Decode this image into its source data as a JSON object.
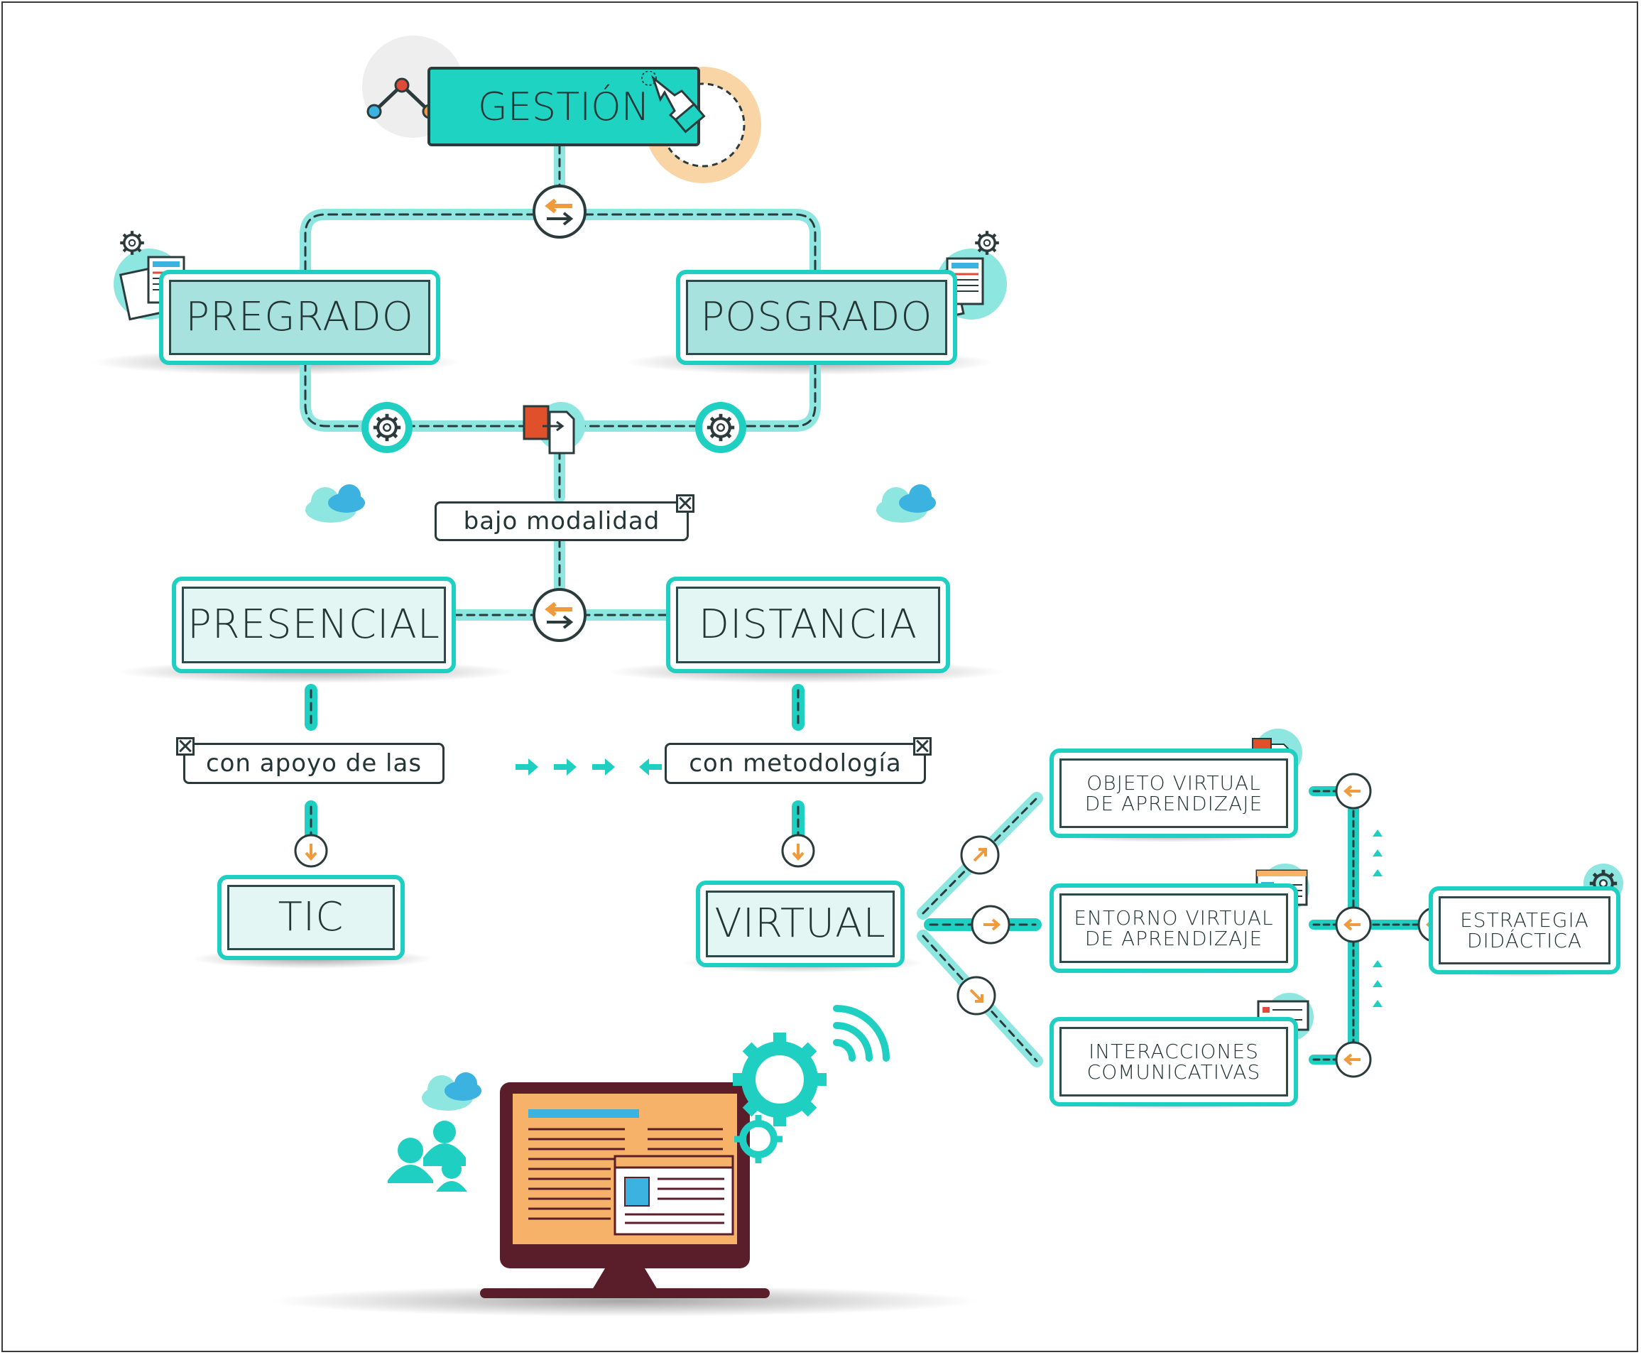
{
  "nodes": {
    "gestion": "GESTIÓN",
    "pregrado": "PREGRADO",
    "posgrado": "POSGRADO",
    "presencial": "PRESENCIAL",
    "distancia": "DISTANCIA",
    "tic": "TIC",
    "virtual": "VIRTUAL",
    "objeto": "OBJETO VIRTUAL\nDE APRENDIZAJE",
    "entorno": "ENTORNO VIRTUAL\nDE APRENDIZAJE",
    "interacciones": "INTERACCIONES\nCOMUNICATIVAS",
    "estrategia": "ESTRATEGIA\nDIDÁCTICA"
  },
  "connectors": {
    "bajo_modalidad": "bajo modalidad",
    "con_apoyo": "con apoyo de las",
    "con_metodologia": "con metodología"
  },
  "colors": {
    "teal": "#1fcfc1",
    "light_teal": "#8ee6e0",
    "dark": "#2b3b3b",
    "orange": "#f09a3e",
    "monitor_frame": "#5a1e2a",
    "monitor_screen": "#f7b26a",
    "cloud": "#3bb2e0"
  },
  "icons": [
    "line-chart-icon",
    "hand-pointer-icon",
    "gear-icon",
    "documents-icon",
    "swap-arrows-icon",
    "transfer-file-icon",
    "cloud-icon",
    "down-arrow-icon",
    "left-arrow-icon",
    "browser-window-icon",
    "chat-bubble-icon",
    "monitor-icon",
    "users-icon",
    "wifi-icon"
  ]
}
